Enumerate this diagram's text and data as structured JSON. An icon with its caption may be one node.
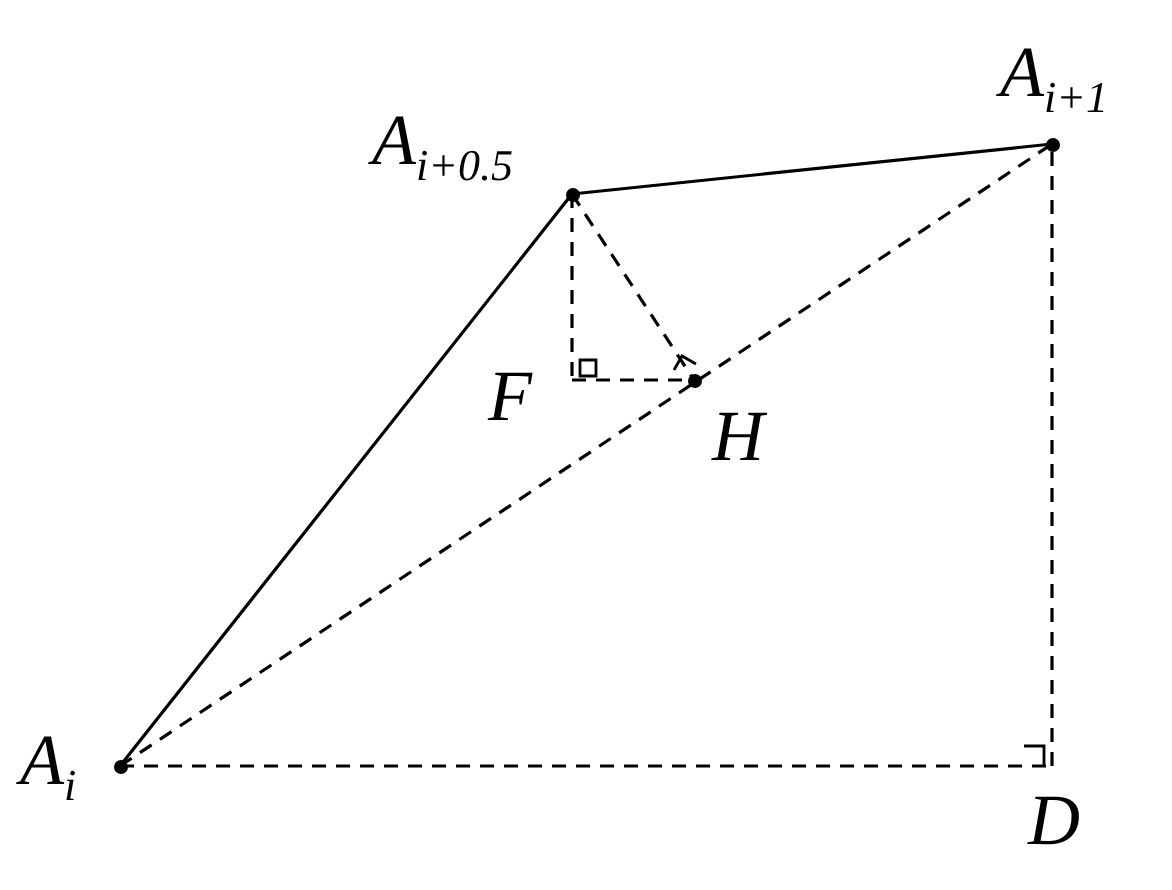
{
  "diagram": {
    "nodes": [
      {
        "text": [
          "A$_{i}$"
        ]
      },
      {
        "text": [
          "A$_{i+0.5}$"
        ]
      },
      {
        "text": [
          "A$_{i+1}$"
        ]
      },
      {
        "text": [
          "F"
        ]
      },
      {
        "text": [
          "H"
        ]
      },
      {
        "text": [
          "D"
        ]
      }
    ],
    "edges": [
      {
        "from": 0,
        "to": 1,
        "arrow": "none"
      },
      {
        "from": 1,
        "to": 2,
        "arrow": "none"
      },
      {
        "from": 0,
        "to": 2,
        "arrow": "none",
        "style": "dashed"
      },
      {
        "from": 0,
        "to": 5,
        "arrow": "none",
        "style": "dashed"
      },
      {
        "from": 5,
        "to": 2,
        "arrow": "none",
        "style": "dashed"
      },
      {
        "from": 1,
        "to": 3,
        "arrow": "none",
        "style": "dashed"
      },
      {
        "from": 3,
        "to": 4,
        "arrow": "none",
        "style": "dashed"
      },
      {
        "from": 1,
        "to": 4,
        "arrow": "none",
        "style": "dashed"
      }
    ]
  }
}
